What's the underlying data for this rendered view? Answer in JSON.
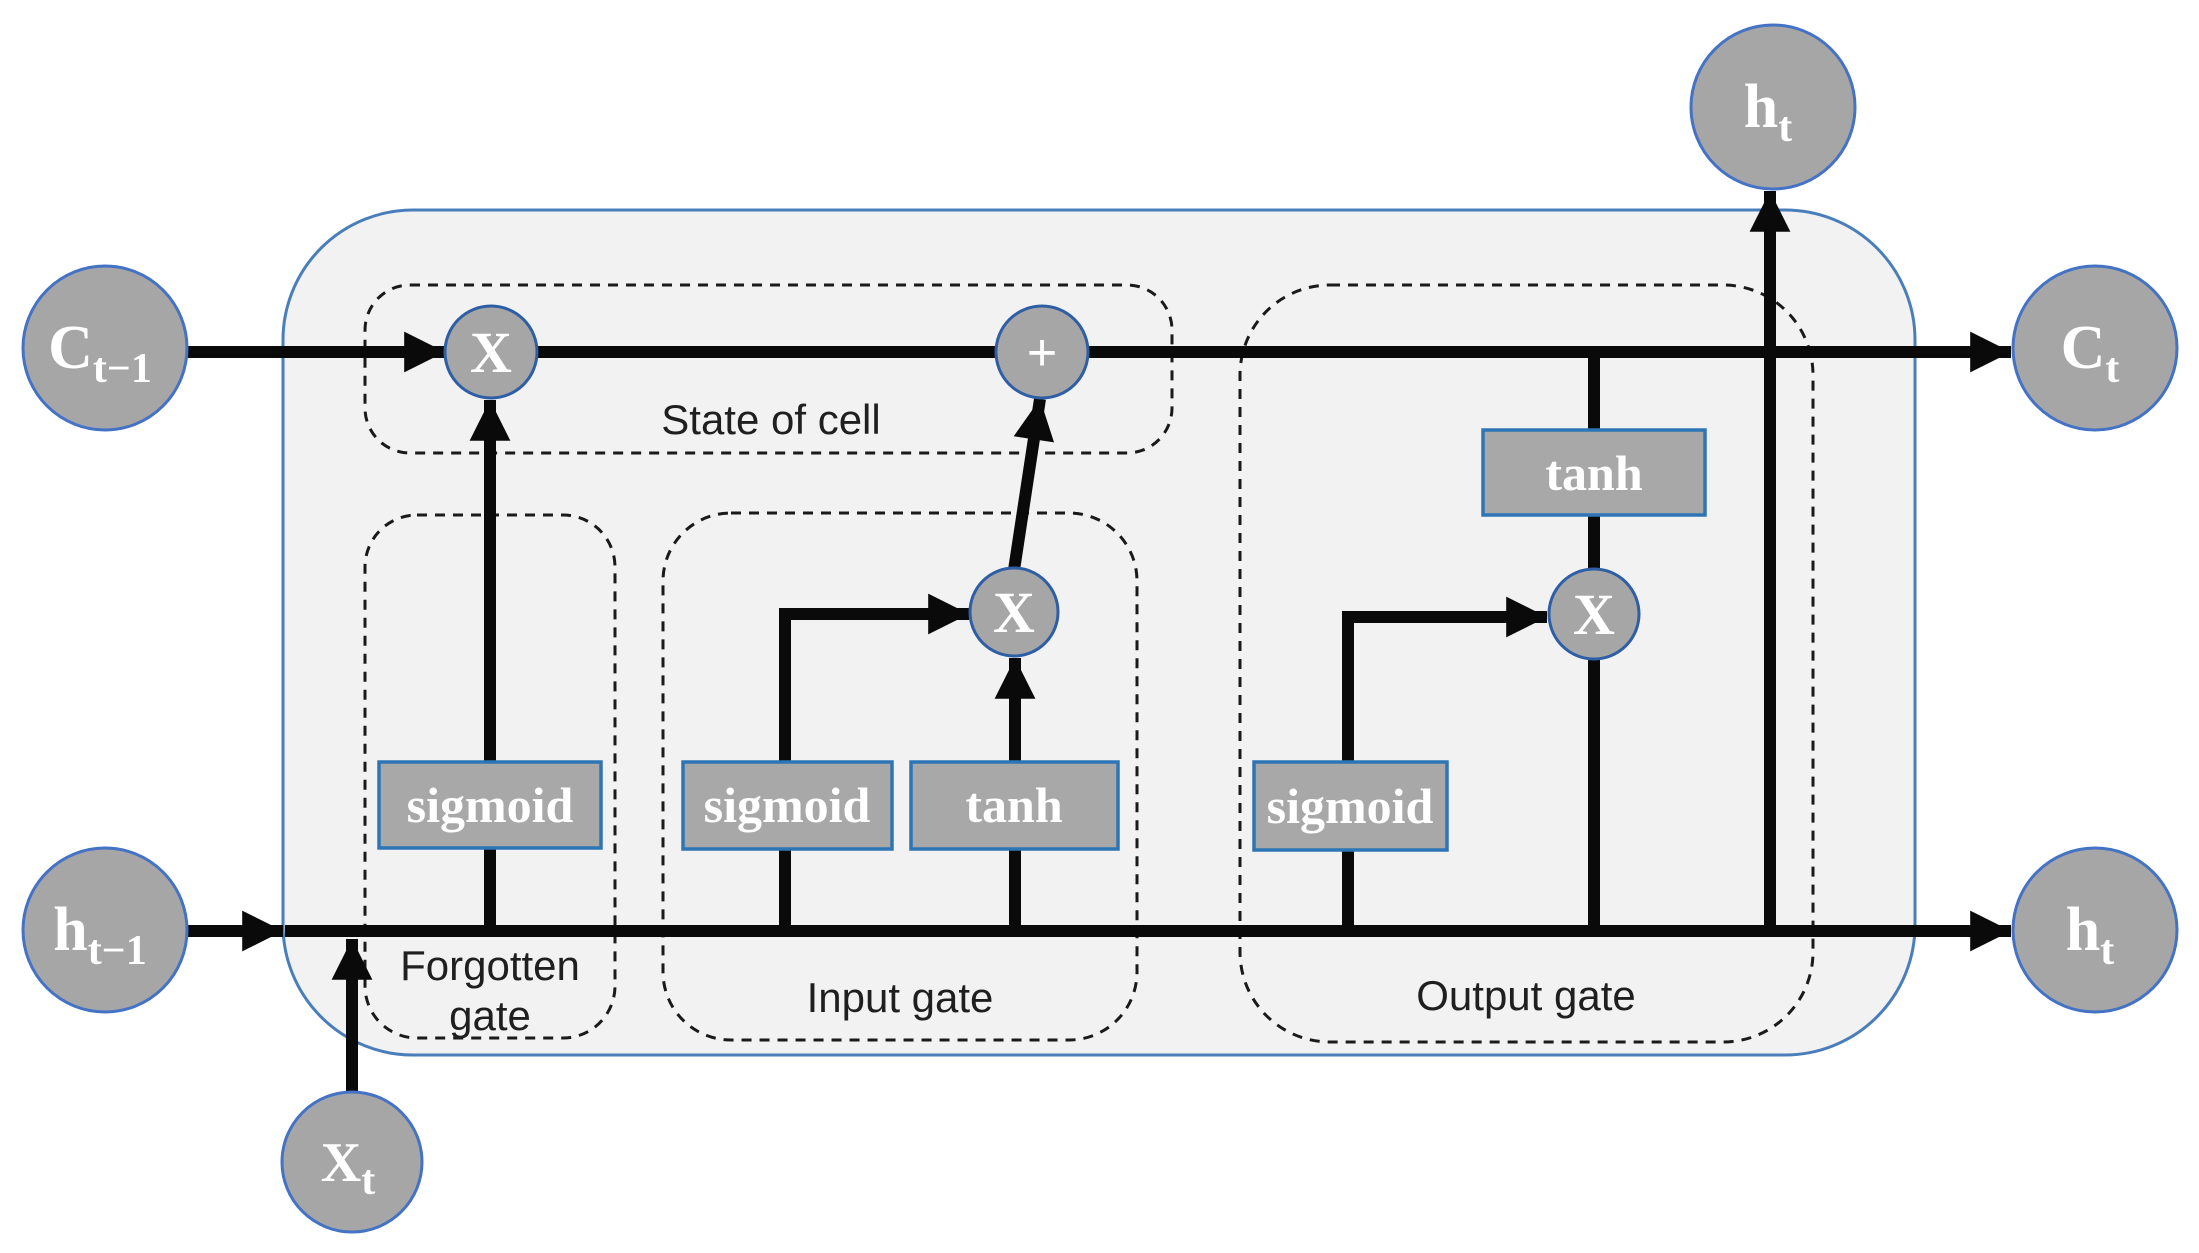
{
  "diagram": {
    "kind": "lstm-cell",
    "nodes": {
      "c_prev": {
        "main": "C",
        "sub": "t−1"
      },
      "h_prev": {
        "main": "h",
        "sub": "t−1"
      },
      "x_input": {
        "main": "X",
        "sub": "t"
      },
      "h_out_top": {
        "main": "h",
        "sub": "t"
      },
      "c_out": {
        "main": "C",
        "sub": "t"
      },
      "h_out_right": {
        "main": "h",
        "sub": "t"
      }
    },
    "operators": {
      "multiply": "X",
      "add": "+"
    },
    "activations": {
      "sigmoid": "sigmoid",
      "tanh": "tanh"
    },
    "regions": {
      "state_of_cell": "State of cell",
      "forgotten_gate_line1": "Forgotten",
      "forgotten_gate_line2": "gate",
      "input_gate": "Input gate",
      "output_gate": "Output gate"
    },
    "colors": {
      "node_fill": "#a6a6a6",
      "node_border": "#4472c4",
      "activation_box_fill": "#a8a8a8",
      "activation_box_border": "#2e75b6",
      "cell_fill": "#f2f2f3",
      "cell_border": "#4a7ebb",
      "wire": "#0a0a0a",
      "dashed_border": "#1a1a1a",
      "label_text": "#1f1f1f",
      "node_text": "#ffffff"
    }
  }
}
